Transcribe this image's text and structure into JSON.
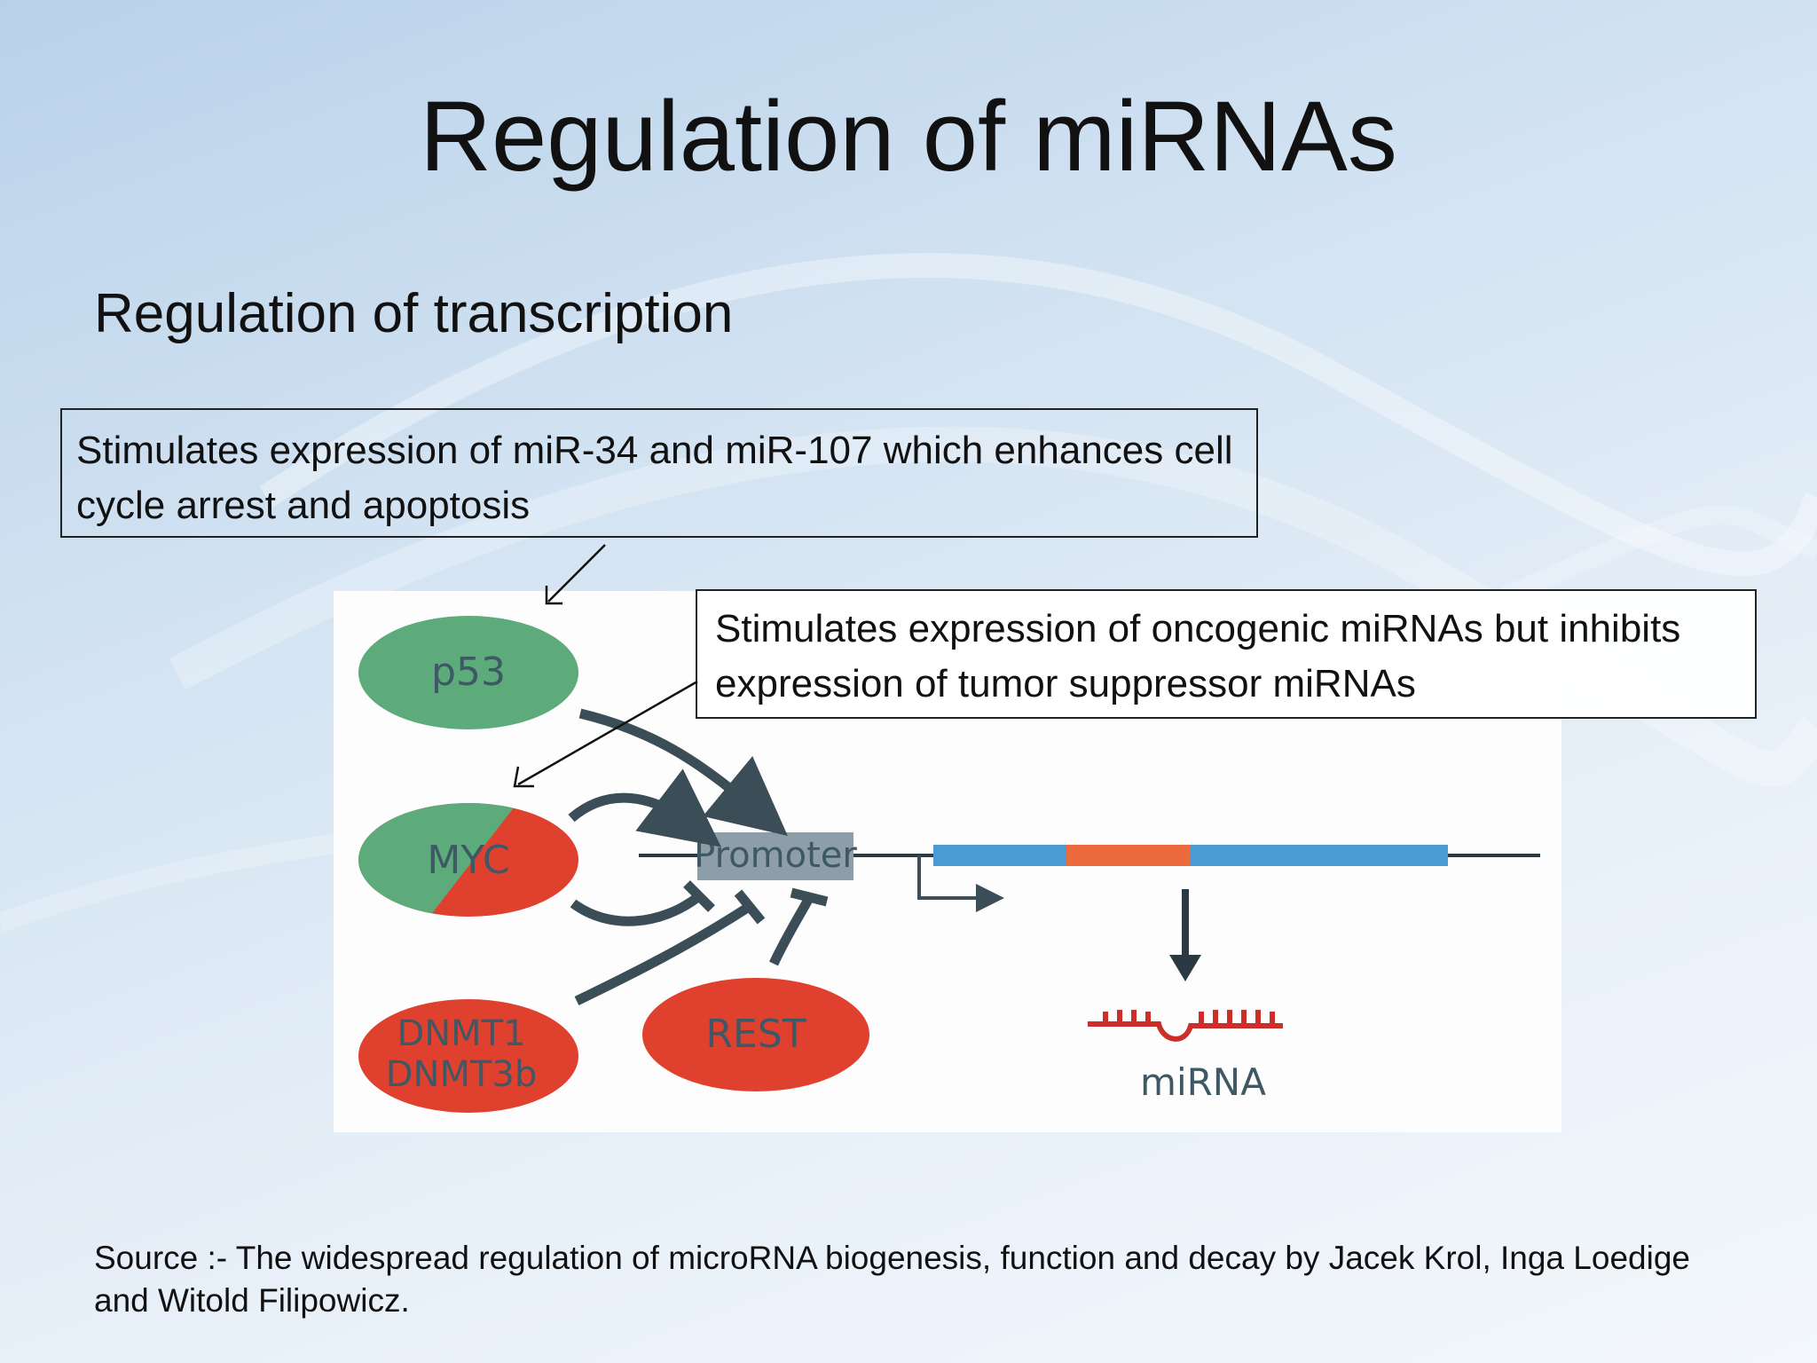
{
  "slide": {
    "title": "Regulation of miRNAs",
    "subtitle": "Regulation of transcription",
    "source": "Source :- The widespread regulation of microRNA biogenesis, function and decay by Jacek Krol, Inga Loedige and Witold Filipowicz."
  },
  "callouts": {
    "p53_effect": "Stimulates expression of miR-34 and miR-107 which enhances cell cycle arrest and apoptosis",
    "myc_effect": "Stimulates expression of oncogenic miRNAs but inhibits expression of tumor suppressor miRNAs"
  },
  "diagram": {
    "nodes": {
      "p53": "p53",
      "myc": "MYC",
      "dnmt_line1": "DNMT1",
      "dnmt_line2": "DNMT3b",
      "rest": "REST",
      "promoter": "Promoter",
      "mirna": "miRNA"
    },
    "colors": {
      "activator_green": "#5dab7a",
      "repressor_red": "#e0412e",
      "gene_blue": "#4a9bd3",
      "gene_orange": "#ed6a3e",
      "promoter_gray": "#8d9ea8",
      "arrow_dark": "#3b4d57",
      "mirna_red": "#cc2f2a"
    }
  }
}
